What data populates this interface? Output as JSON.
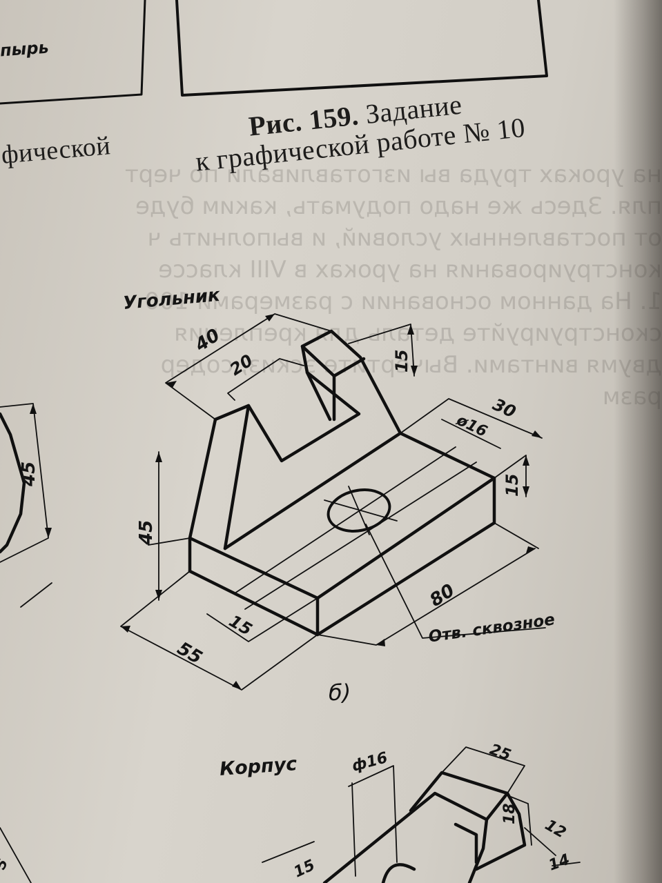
{
  "figure": {
    "number_label": "Рис. 159.",
    "caption_line1": "Задание",
    "caption_line2": "к графической работе № 10",
    "left_fragment_top": "пырь",
    "left_fragment_caption": "фической"
  },
  "drawing_b": {
    "title": "Угольник",
    "subfigure_label": "б)",
    "hole_note": "Отв. сквозное",
    "dimensions": {
      "width_top": "40",
      "slot_width": "20",
      "slot_depth": "15",
      "right_depth": "30",
      "hole_diameter": "ø16",
      "base_height": "15",
      "total_height": "45",
      "length": "80",
      "rib_offset": "15",
      "base_width": "55"
    }
  },
  "drawing_left": {
    "dim_height": "45"
  },
  "drawing_korpus": {
    "title": "Корпус",
    "dimensions": {
      "diameter": "ф16",
      "d25": "25",
      "d18": "18",
      "d12": "12",
      "d14": "14",
      "d15": "15",
      "d5": "5"
    }
  }
}
